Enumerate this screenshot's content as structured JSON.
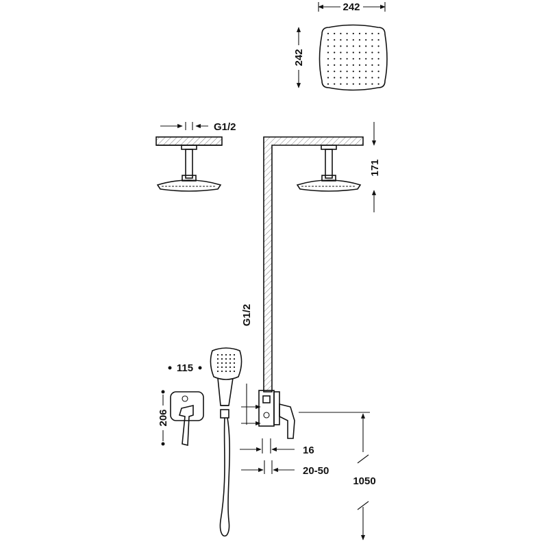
{
  "dimensions": {
    "head_width": "242",
    "head_height": "242",
    "ceiling_pipe_thread": "G1/2",
    "ceiling_arm_length": "171",
    "handshower_thread": "G1/2",
    "handshower_width": "115",
    "plate_height": "206",
    "valve_depth": "16",
    "valve_embed": "20-50",
    "mount_height": "1050"
  },
  "colors": {
    "line": "#111111",
    "background": "#ffffff"
  }
}
